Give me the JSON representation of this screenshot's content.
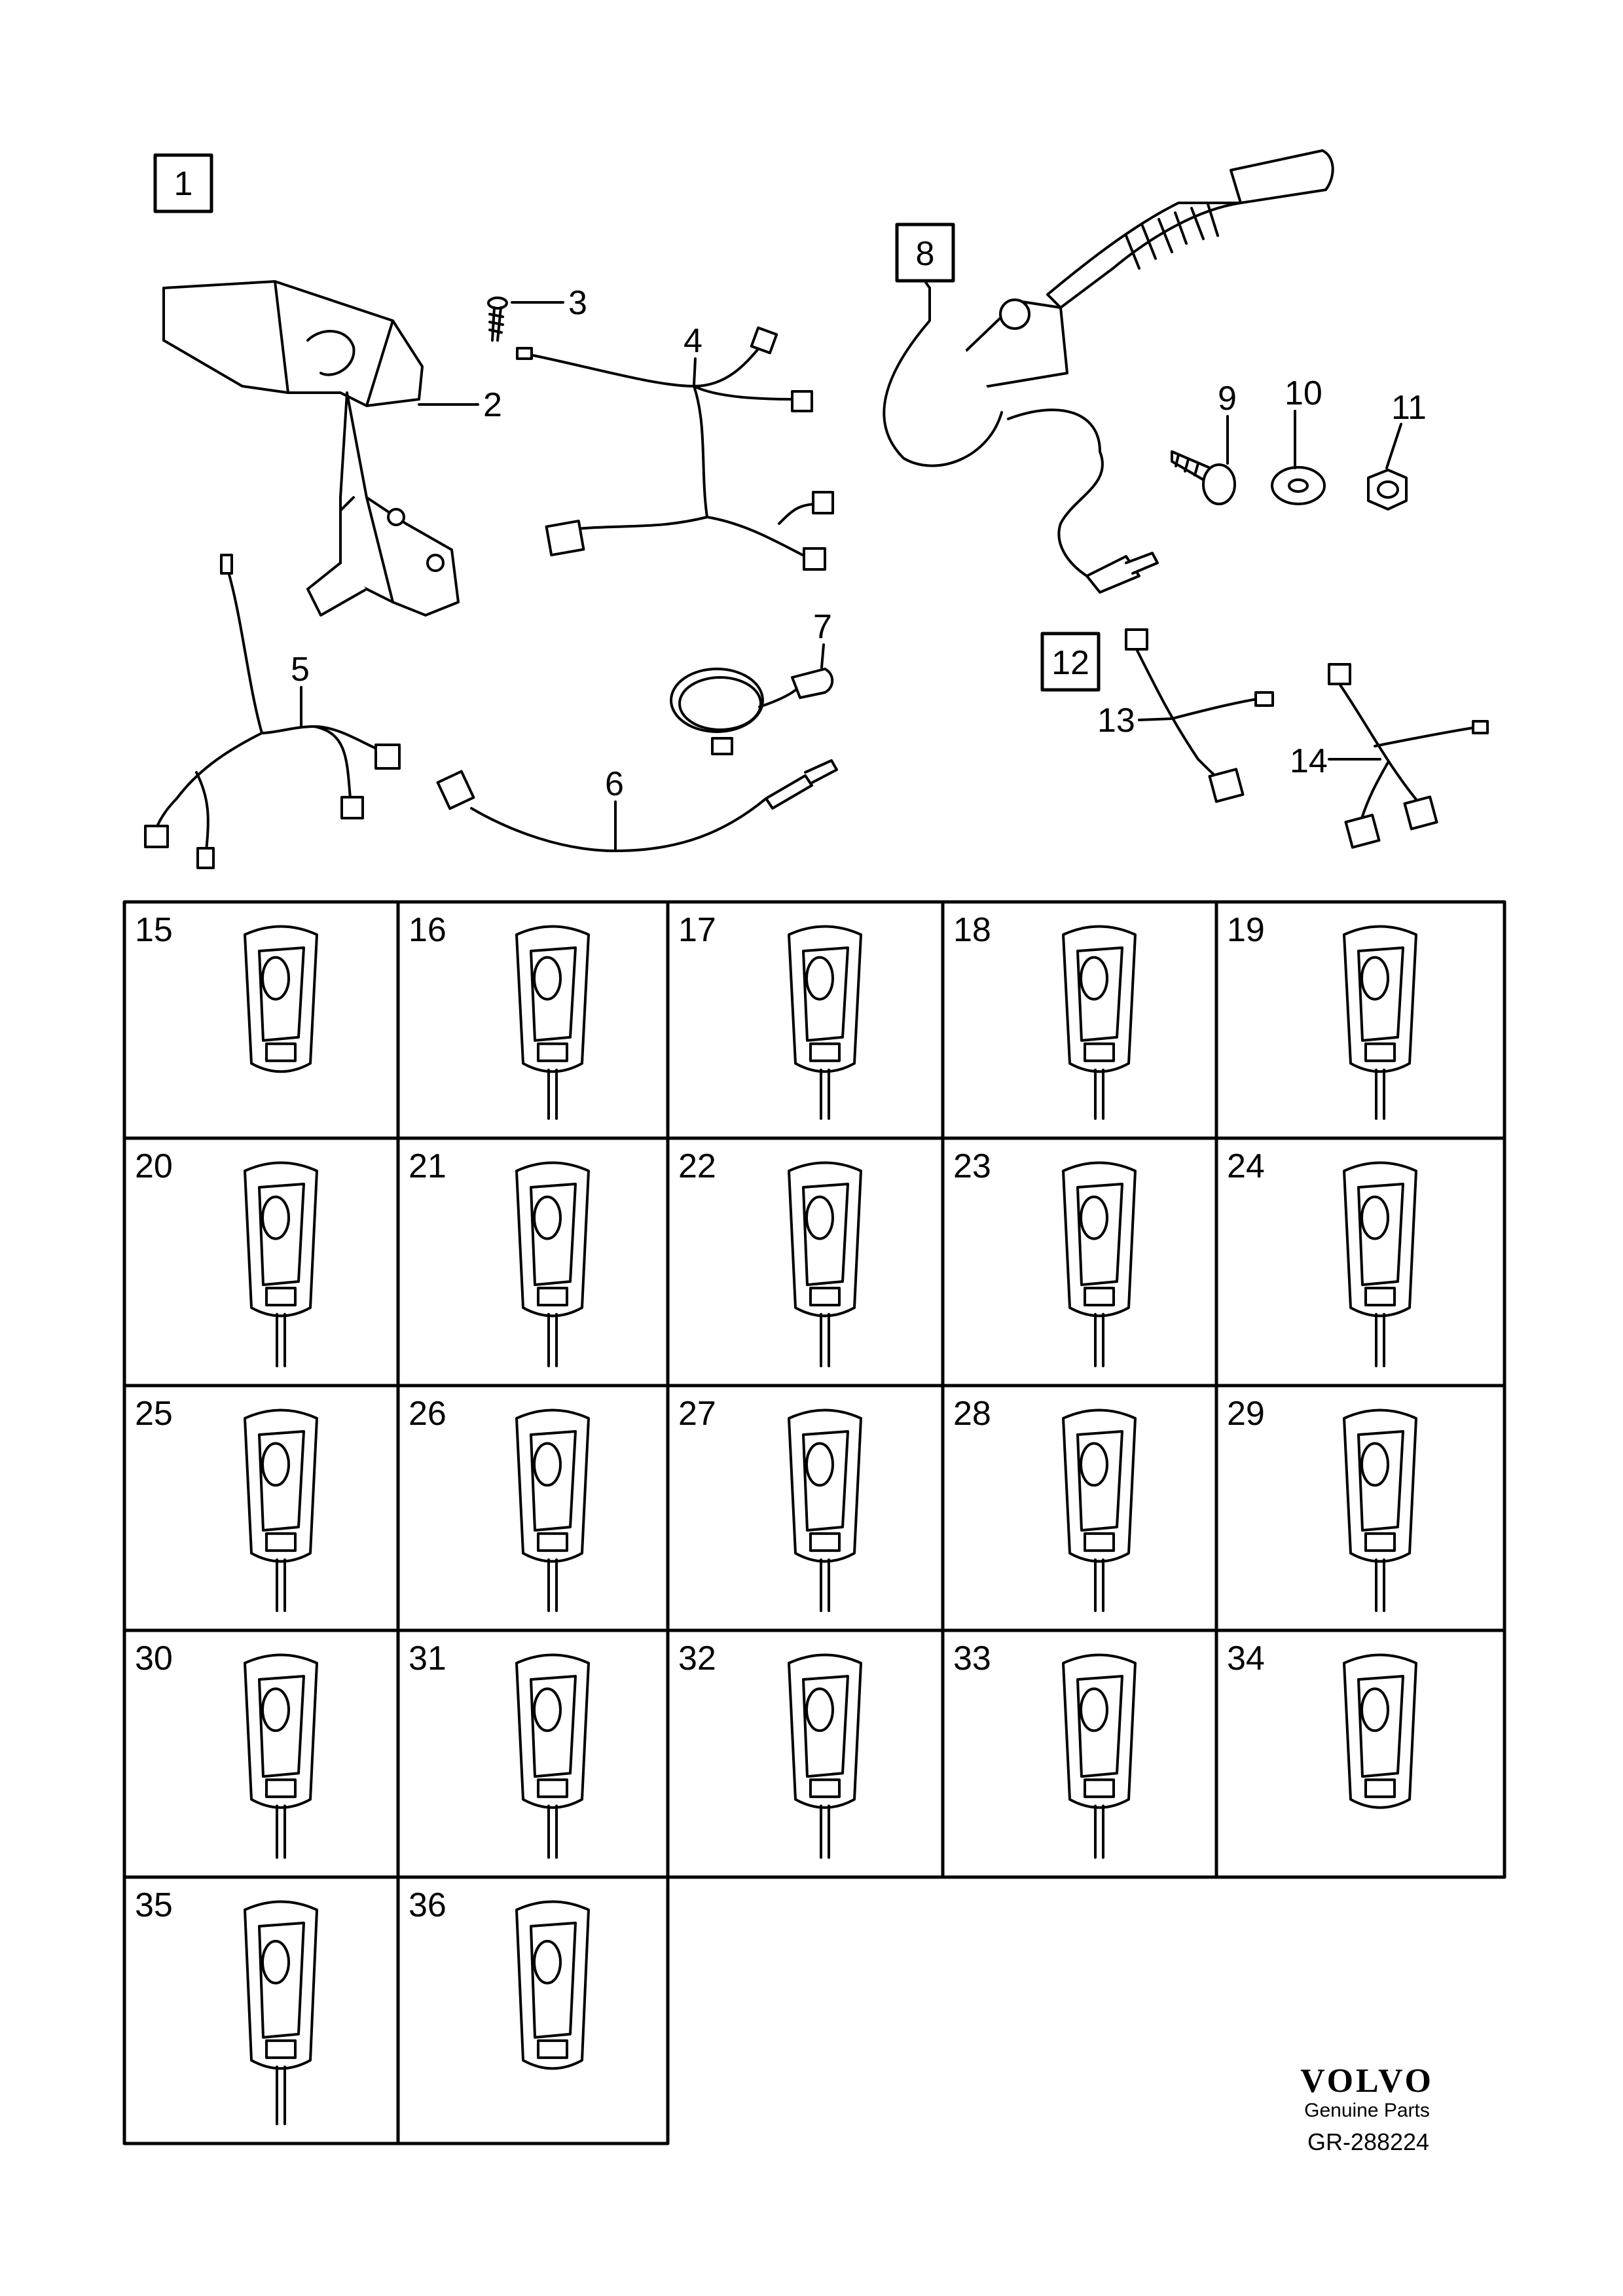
{
  "callouts": {
    "c1": "1",
    "c2": "2",
    "c3": "3",
    "c4": "4",
    "c5": "5",
    "c6": "6",
    "c7": "7",
    "c8": "8",
    "c9": "9",
    "c10": "10",
    "c11": "11",
    "c12": "12",
    "c13": "13",
    "c14": "14"
  },
  "grid_labels": [
    "15",
    "16",
    "17",
    "18",
    "19",
    "20",
    "21",
    "22",
    "23",
    "24",
    "25",
    "26",
    "27",
    "28",
    "29",
    "30",
    "31",
    "32",
    "33",
    "34",
    "35",
    "36"
  ],
  "brand": {
    "logo_text": "VOLVO",
    "tagline": "Genuine Parts",
    "reference": "GR-288224"
  }
}
